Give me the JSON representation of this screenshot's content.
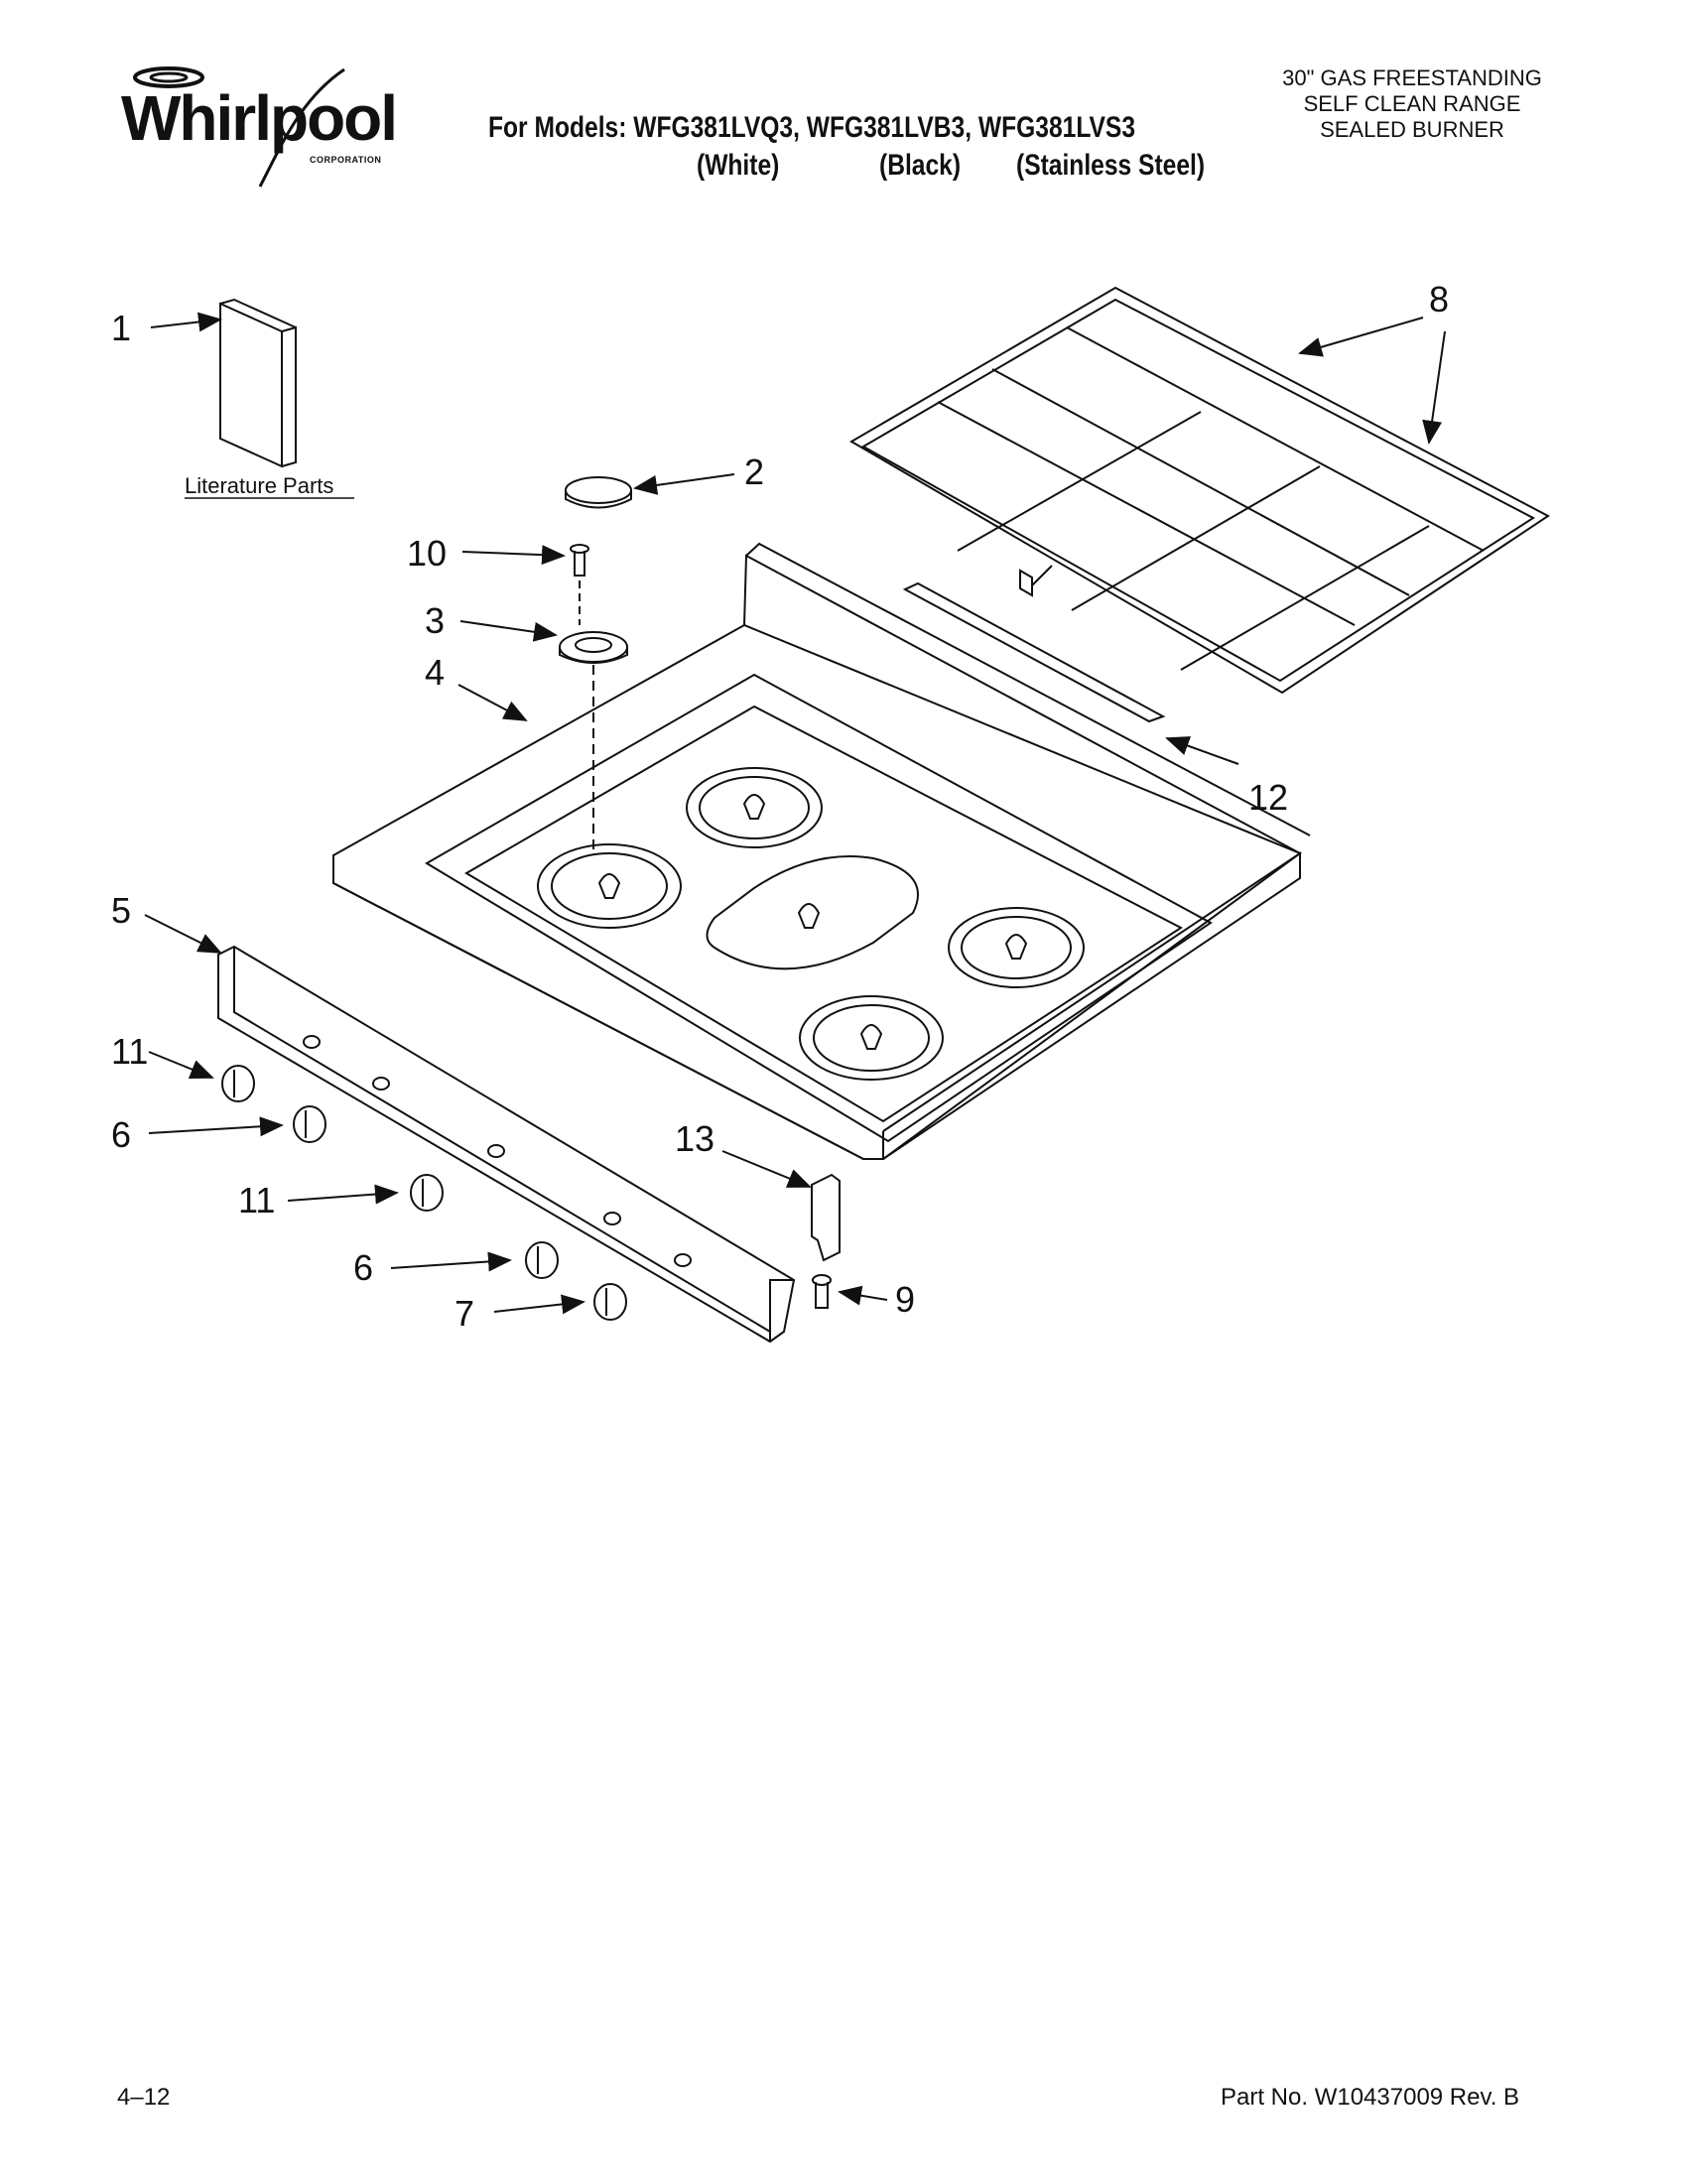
{
  "brand": {
    "name": "Whirlpool",
    "corporation": "CORPORATION"
  },
  "header": {
    "models_line": "For Models: WFG381LVQ3, WFG381LVB3, WFG381LVS3",
    "colors": [
      "(White)",
      "(Black)",
      "(Stainless Steel)"
    ],
    "description": [
      "30\" GAS FREESTANDING",
      "SELF CLEAN RANGE",
      "SEALED BURNER"
    ]
  },
  "diagram": {
    "literature_label": "Literature Parts",
    "callouts": [
      "1",
      "2",
      "10",
      "3",
      "4",
      "5",
      "11",
      "6",
      "11",
      "6",
      "7",
      "8",
      "12",
      "13",
      "9"
    ]
  },
  "footer": {
    "page": "4–12",
    "part_no": "Part No. W10437009 Rev. B"
  }
}
